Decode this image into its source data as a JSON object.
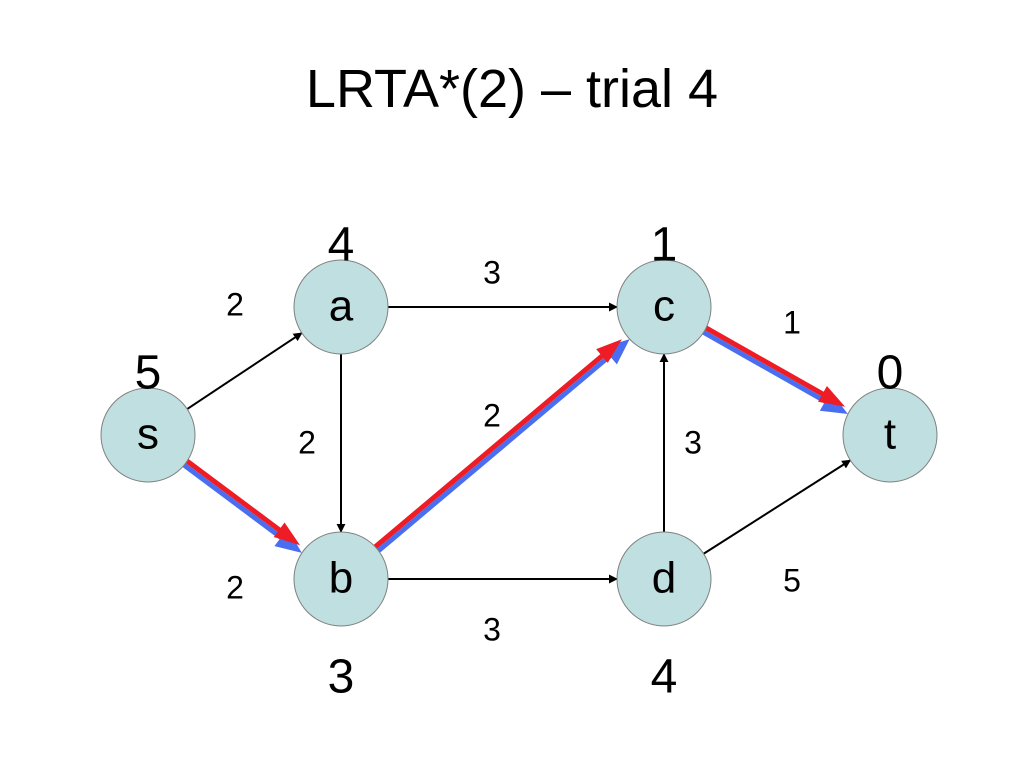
{
  "title": "LRTA*(2) – trial 4",
  "colors": {
    "node_fill": "#bfdfe0",
    "node_stroke": "#808080",
    "edge": "#000000",
    "path_red": "#ee1c25",
    "path_blue": "#4a6ef0"
  },
  "nodes": [
    {
      "id": "s",
      "label": "s",
      "h": "5"
    },
    {
      "id": "a",
      "label": "a",
      "h": "4"
    },
    {
      "id": "b",
      "label": "b",
      "h": "3"
    },
    {
      "id": "c",
      "label": "c",
      "h": "1"
    },
    {
      "id": "d",
      "label": "d",
      "h": "4"
    },
    {
      "id": "t",
      "label": "t",
      "h": "0"
    }
  ],
  "edges": [
    {
      "from": "s",
      "to": "a",
      "cost": "2",
      "highlighted": false
    },
    {
      "from": "s",
      "to": "b",
      "cost": "2",
      "highlighted": true
    },
    {
      "from": "a",
      "to": "c",
      "cost": "3",
      "highlighted": false
    },
    {
      "from": "a",
      "to": "b",
      "cost": "2",
      "highlighted": false
    },
    {
      "from": "b",
      "to": "c",
      "cost": "2",
      "highlighted": true
    },
    {
      "from": "b",
      "to": "d",
      "cost": "3",
      "highlighted": false
    },
    {
      "from": "d",
      "to": "c",
      "cost": "3",
      "highlighted": false
    },
    {
      "from": "c",
      "to": "t",
      "cost": "1",
      "highlighted": true
    },
    {
      "from": "d",
      "to": "t",
      "cost": "5",
      "highlighted": false
    }
  ]
}
